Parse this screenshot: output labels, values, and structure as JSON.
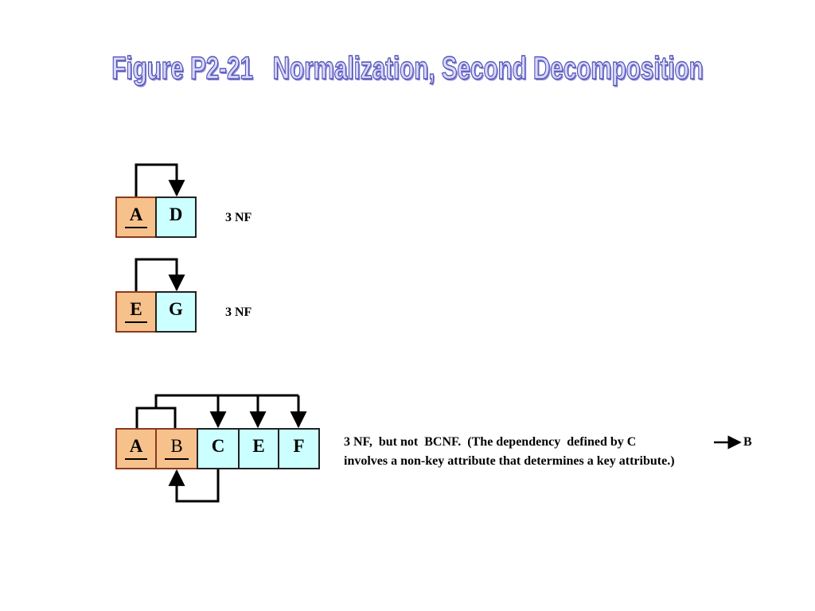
{
  "title": "Figure P2-21   Normalization, Second Decomposition",
  "relations": [
    {
      "attributes": [
        {
          "label": "A",
          "key": true
        },
        {
          "label": "D",
          "key": false
        }
      ],
      "note": "3 NF"
    },
    {
      "attributes": [
        {
          "label": "E",
          "key": true
        },
        {
          "label": "G",
          "key": false
        }
      ],
      "note": "3 NF"
    },
    {
      "attributes": [
        {
          "label": "A",
          "key": true
        },
        {
          "label": "B",
          "key": true
        },
        {
          "label": "C",
          "key": false
        },
        {
          "label": "E",
          "key": false
        },
        {
          "label": "F",
          "key": false
        }
      ],
      "note_line1_a": "3 NF,  but not  BCNF.  (The dependency  defined by C",
      "note_line1_b": "B",
      "note_line2": "involves a non-key attribute that determines a key attribute.)"
    }
  ],
  "colors": {
    "key_fill": "#f7c18c",
    "key_border": "#8b3a1e",
    "nonkey_fill": "#ccffff",
    "line": "#000000",
    "title_fill": "#d8d8ff",
    "title_outline": "#5050b0"
  }
}
